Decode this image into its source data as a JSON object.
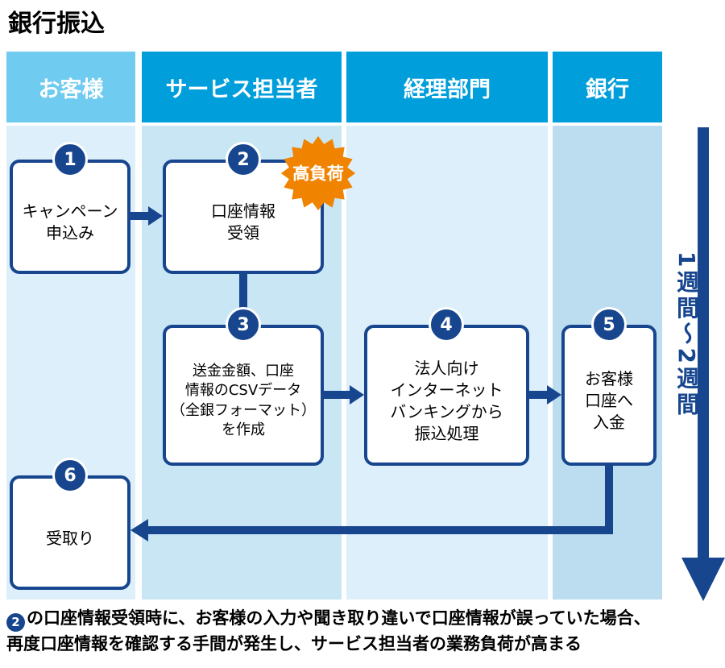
{
  "title": "銀行振込",
  "lanes": [
    {
      "label": "お客様"
    },
    {
      "label": "サービス担当者"
    },
    {
      "label": "経理部門"
    },
    {
      "label": "銀行"
    }
  ],
  "steps": [
    {
      "number": "1",
      "lines": "キャンペーン\n申込み"
    },
    {
      "number": "2",
      "lines": "口座情報\n受領"
    },
    {
      "number": "3",
      "lines": "送金金額、口座\n情報のCSVデータ\n（全銀フォーマット）\nを作成"
    },
    {
      "number": "4",
      "lines": "法人向け\nインターネット\nバンキングから\n振込処理"
    },
    {
      "number": "5",
      "lines": "お客様\n口座へ\n入金"
    },
    {
      "number": "6",
      "lines": "受取り"
    }
  ],
  "high_load_badge": "高負荷",
  "duration_label": "1週間～2週間",
  "note": {
    "marker_number": "2",
    "text_line1": "の口座情報受領時に、お客様の入力や聞き取り違いで口座情報が誤っていた場合、",
    "text_line2": "再度口座情報を確認する手間が発生し、サービス担当者の業務負荷が高まる"
  },
  "colors": {
    "accent_navy": "#17468F",
    "header_blue": "#009EDB",
    "customer_header_blue": "#6FCBEF",
    "lane_light": "#DCEFFA",
    "lane_mid": "#C9E6F5",
    "lane_dark": "#BCDDF0",
    "badge_orange": "#F08300"
  }
}
